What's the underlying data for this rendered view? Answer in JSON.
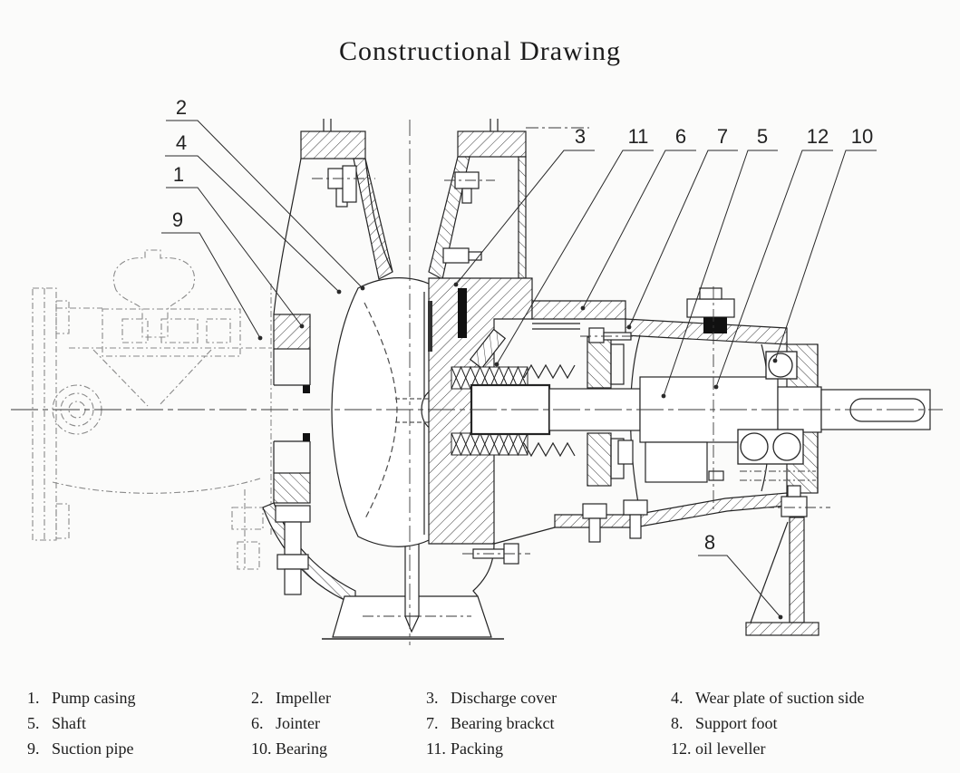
{
  "title": "Constructional Drawing",
  "callouts": [
    {
      "num": "2",
      "part": "Impeller"
    },
    {
      "num": "4",
      "part": "Wear plate of suction side"
    },
    {
      "num": "1",
      "part": "Pump casing"
    },
    {
      "num": "9",
      "part": "Suction pipe"
    },
    {
      "num": "3",
      "part": "Discharge cover"
    },
    {
      "num": "11",
      "part": "Packing"
    },
    {
      "num": "6",
      "part": "Jointer"
    },
    {
      "num": "7",
      "part": "Bearing brackct"
    },
    {
      "num": "5",
      "part": "Shaft"
    },
    {
      "num": "12",
      "part": "oil leveller"
    },
    {
      "num": "10",
      "part": "Bearing"
    },
    {
      "num": "8",
      "part": "Support foot"
    }
  ],
  "legend": {
    "items": [
      {
        "num": "1.",
        "label": "Pump casing"
      },
      {
        "num": "2.",
        "label": "Impeller"
      },
      {
        "num": "3.",
        "label": "Discharge cover"
      },
      {
        "num": "4.",
        "label": "Wear plate of suction side"
      },
      {
        "num": "5.",
        "label": "Shaft"
      },
      {
        "num": "6.",
        "label": "Jointer"
      },
      {
        "num": "7.",
        "label": "Bearing brackct"
      },
      {
        "num": "8.",
        "label": "Support foot"
      },
      {
        "num": "9.",
        "label": "Suction pipe"
      },
      {
        "num": "10.",
        "label": "Bearing"
      },
      {
        "num": "11.",
        "label": "Packing"
      },
      {
        "num": "12.",
        "label": "oil leveller"
      }
    ]
  },
  "colors": {
    "line": "#222222",
    "phantom": "#8a8a8a",
    "paper": "#fbfbfa",
    "solid_fill": "#111111"
  }
}
